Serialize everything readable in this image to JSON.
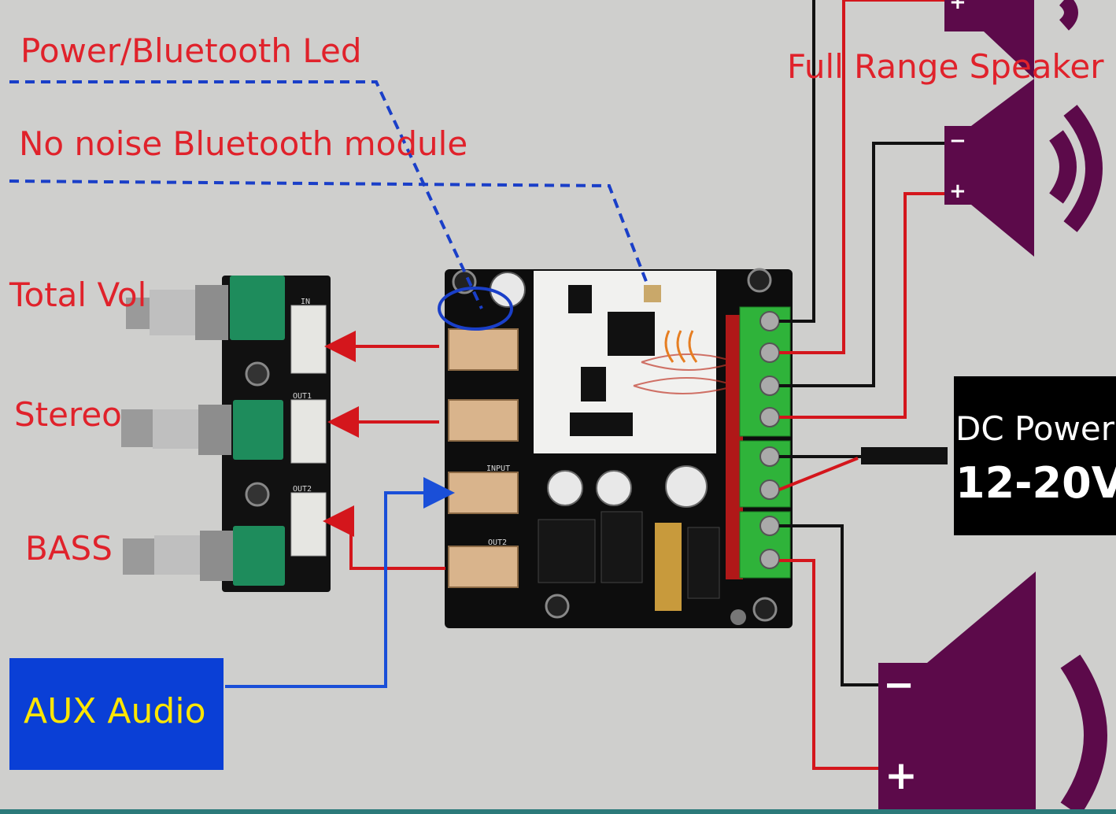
{
  "labels": {
    "power_led": "Power/Bluetooth Led",
    "bt_module": "No noise Bluetooth module",
    "total_vol": "Total Vol",
    "stereo": "Stereo",
    "bass": "BASS",
    "full_range": "Full Range Speaker",
    "aux": "AUX Audio",
    "dc_power": "DC Power",
    "dc_voltage": "12-20V"
  },
  "board_silkscreen": {
    "in": "IN",
    "out1": "OUT1",
    "out2": "OUT2",
    "input": "INPUT",
    "out2_main": "OUT2"
  },
  "speaker_signs": {
    "minus": "−",
    "plus": "+"
  },
  "colors": {
    "label_red": "#e0222b",
    "wire_red": "#d4161c",
    "wire_black": "#111111",
    "dash_blue": "#1a3fc8",
    "wire_blue": "#1a4fd8",
    "speaker": "#5c0a4a",
    "terminal_green": "#2fb33a",
    "pcb_black": "#0d0d0d",
    "aux_bg": "#0a3fd6",
    "aux_text": "#ffe600"
  }
}
